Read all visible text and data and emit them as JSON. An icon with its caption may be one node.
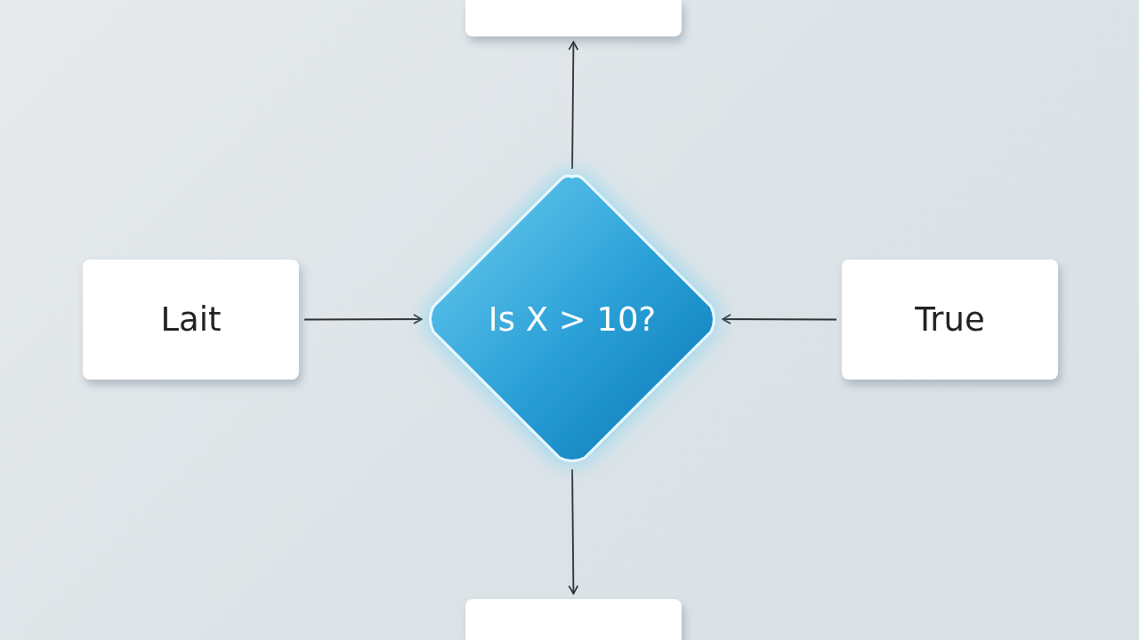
{
  "diagram": {
    "nodes": [
      {
        "text": [],
        "shape": "box"
      },
      {
        "text": [
          "Lait"
        ]
      },
      {
        "text": [
          "Is X > 10?"
        ]
      },
      {
        "text": [
          "True"
        ]
      },
      {
        "text": [],
        "shape": "box"
      }
    ],
    "edges": [
      {
        "from": 2,
        "to": 0,
        "arrow": "to"
      },
      {
        "from": 1,
        "to": 2,
        "arrow": "to"
      },
      {
        "from": 3,
        "to": 2,
        "arrow": "to"
      },
      {
        "from": 2,
        "to": 4,
        "arrow": "to"
      }
    ]
  }
}
